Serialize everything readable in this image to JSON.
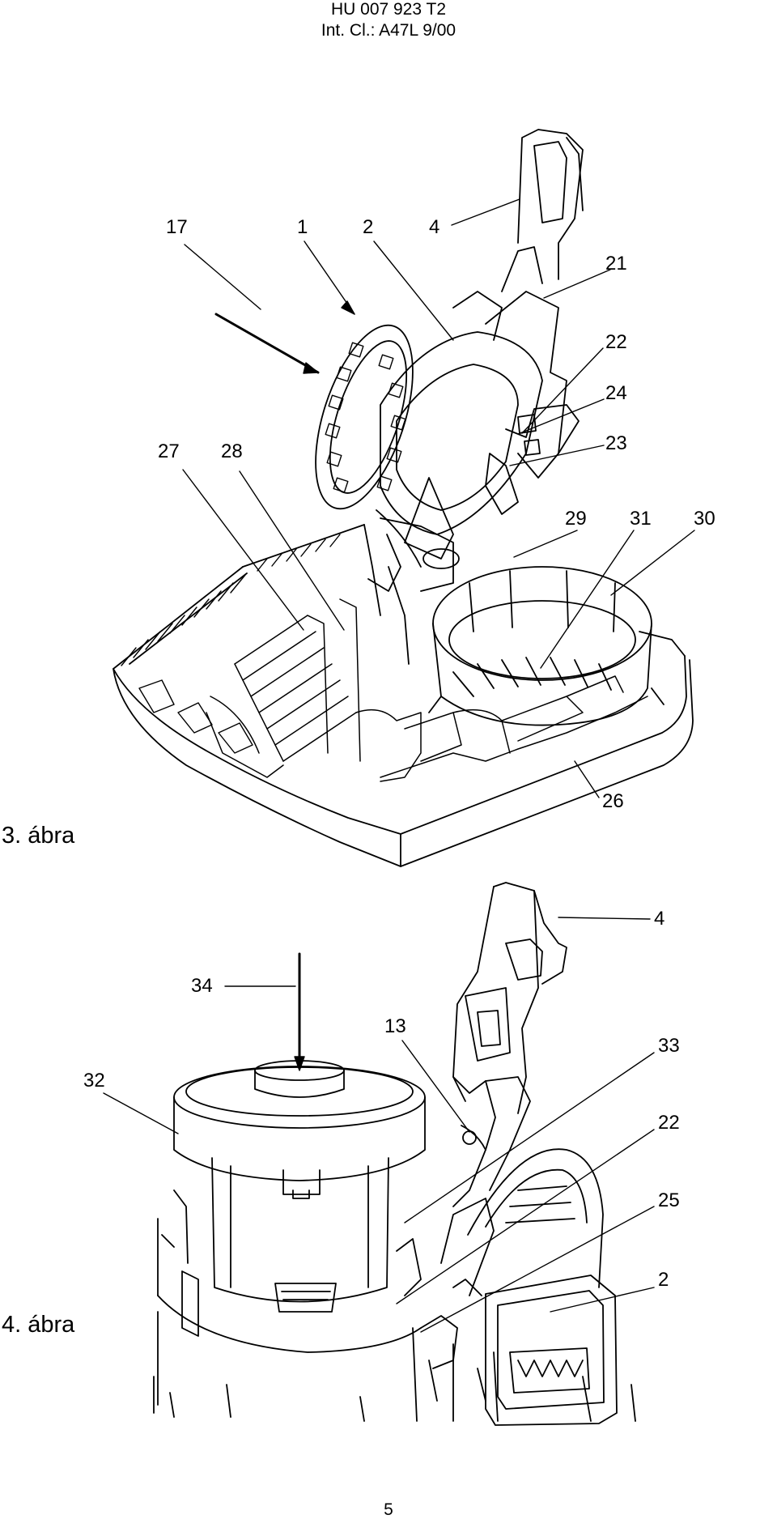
{
  "header": {
    "line1": "HU 007 923 T2",
    "line2": "Int. Cl.: A47L 9/00"
  },
  "figure3": {
    "caption": "3. ábra",
    "labels": [
      "17",
      "1",
      "2",
      "4",
      "21",
      "22",
      "24",
      "23",
      "27",
      "28",
      "29",
      "31",
      "30",
      "26"
    ]
  },
  "figure4": {
    "caption": "4. ábra",
    "labels": [
      "4",
      "34",
      "13",
      "33",
      "32",
      "22",
      "25",
      "2"
    ]
  },
  "page_number": "5"
}
